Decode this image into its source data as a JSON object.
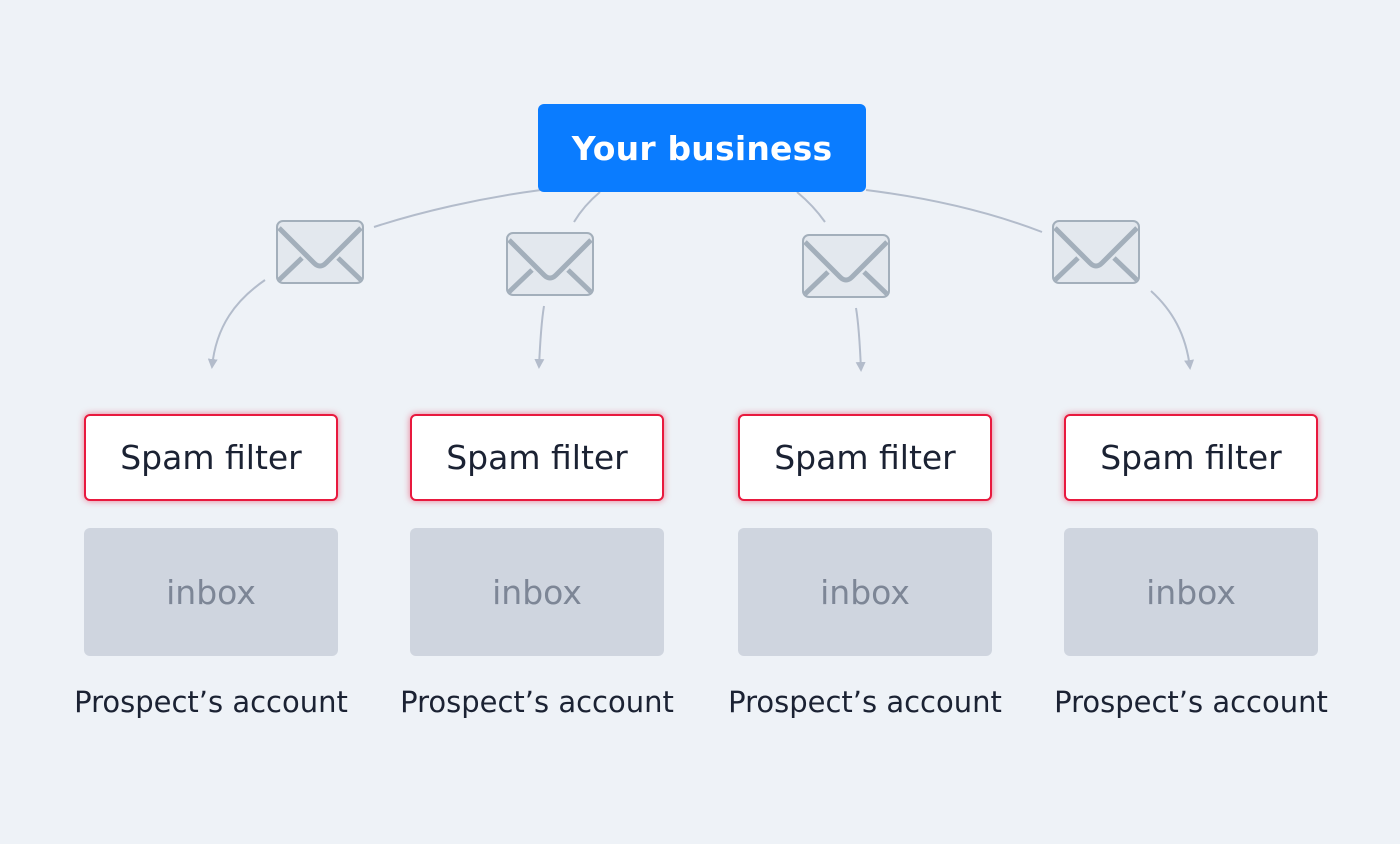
{
  "root": {
    "label": "Your business"
  },
  "envelope_icon": "envelope-icon",
  "colors": {
    "background": "#eef2f7",
    "root_fill": "#0a7cff",
    "spam_border": "#e8193e",
    "inbox_fill": "#cfd5df",
    "connector": "#b3bccb",
    "envelope_fill": "#e3e8ee",
    "envelope_stroke": "#a3afbb"
  },
  "accounts": [
    {
      "spam_filter_label": "Spam filter",
      "inbox_label": "inbox",
      "account_label": "Prospect’s account"
    },
    {
      "spam_filter_label": "Spam filter",
      "inbox_label": "inbox",
      "account_label": "Prospect’s account"
    },
    {
      "spam_filter_label": "Spam filter",
      "inbox_label": "inbox",
      "account_label": "Prospect’s account"
    },
    {
      "spam_filter_label": "Spam filter",
      "inbox_label": "inbox",
      "account_label": "Prospect’s account"
    }
  ]
}
